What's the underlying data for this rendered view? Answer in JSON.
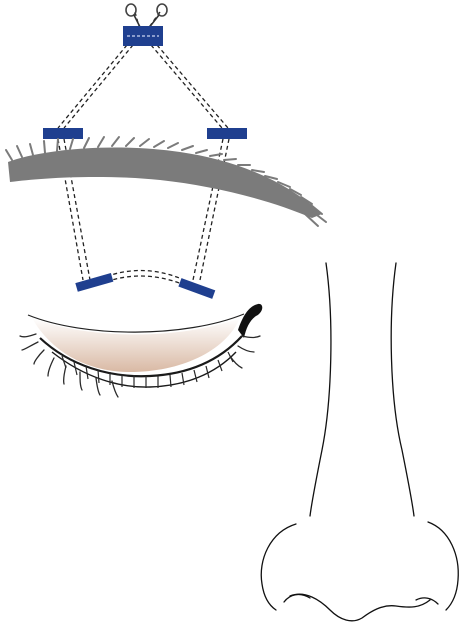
{
  "diagram": {
    "colors": {
      "pad": "#1f3f8f",
      "suture": "#222222",
      "brow": "#7b7b7b",
      "lash": "#2a2a2a",
      "lid_skin_top": "#f6f1ec",
      "lid_skin_bottom": "#d8b8a3",
      "outline": "#111111"
    },
    "parts": [
      "knot",
      "top-pad",
      "brow-pad-left",
      "brow-pad-right",
      "lid-pad-left",
      "lid-pad-right",
      "eyebrow",
      "closed-eyelid",
      "nose"
    ]
  }
}
